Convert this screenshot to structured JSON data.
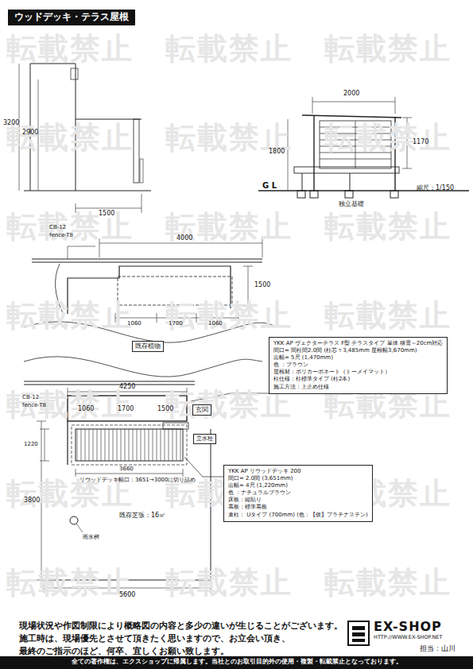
{
  "diagram": {
    "title": "ウッドデッキ・テラス屋根",
    "nodes": [
      {
        "text": [
          "既存植物"
        ]
      },
      {
        "text": [
          "玄関"
        ]
      },
      {
        "text": [
          "立水栓"
        ]
      },
      {
        "text": [
          "YKK AP ヴェクターテラス F型 テラスタイプ 単体 積雪～20cm対応",
          "間口= 間柱間2.0間 (柱芯々3,485mm 屋根幅3,670mm)",
          "出幅= 5尺 (1,470mm)",
          "色 ：ブラウン",
          "屋根材：ポリカーボネート（トーメイマット）",
          "柱仕様：柱標準タイプ (柱2本)",
          "施工方法：上止め仕様"
        ]
      },
      {
        "text": [
          "YKK AP リウッドデッキ 200",
          "間口= 2.0間 (3,651mm)",
          "出幅= 4尺 (1,220mm)",
          "色 ：ナチュラルブラウン",
          "床板：縦貼り",
          "幕板：標準幕板",
          "束柱： Uタイプ (700mm) (色：【仮】プラチナステン)"
        ]
      }
    ],
    "labels": [
      "3200",
      "2900",
      "1500",
      "2000",
      "1800",
      "1170",
      "G L",
      "縮尺：1/150",
      "独立基礎",
      "CB-12",
      "fence-T8",
      "4000",
      "1500",
      "1060",
      "1700",
      "1060",
      "CB-12",
      "fence-T8",
      "4250",
      "1060",
      "1700",
      "1500",
      "1220",
      "3660",
      "リウッドデッキ幅口：3651→3000に切り詰め",
      "3800",
      "既存芝張：16㎡",
      "雨水桝",
      "5600",
      "現場状況や作図制限により概略図の内容と多少の違いが生じることがございます。",
      "施工時は、現場優先とさせて頂きたく思いますので、お立会い頂き、",
      "最終のご指示のほど、何卒、宜しくお願い致します。",
      "EX-SHOP",
      "HTTP://WWW.EX-SHOP.NET",
      "担当：山川",
      "全ての著作権は、エクスショップに帰属します。当社とのお取引目的外の使用・複製・転載禁止となっております。",
      "転載禁止",
      "転載禁止",
      "転載禁止",
      "転載禁止",
      "転載禁止",
      "転載禁止",
      "転載禁止",
      "転載禁止",
      "転載禁止",
      "転載禁止",
      "転載禁止",
      "転載禁止",
      "転載禁止",
      "転載禁止",
      "転載禁止",
      "転載禁止",
      "転載禁止",
      "転載禁止",
      "転載禁止",
      "転載禁止",
      "転載禁止"
    ]
  }
}
